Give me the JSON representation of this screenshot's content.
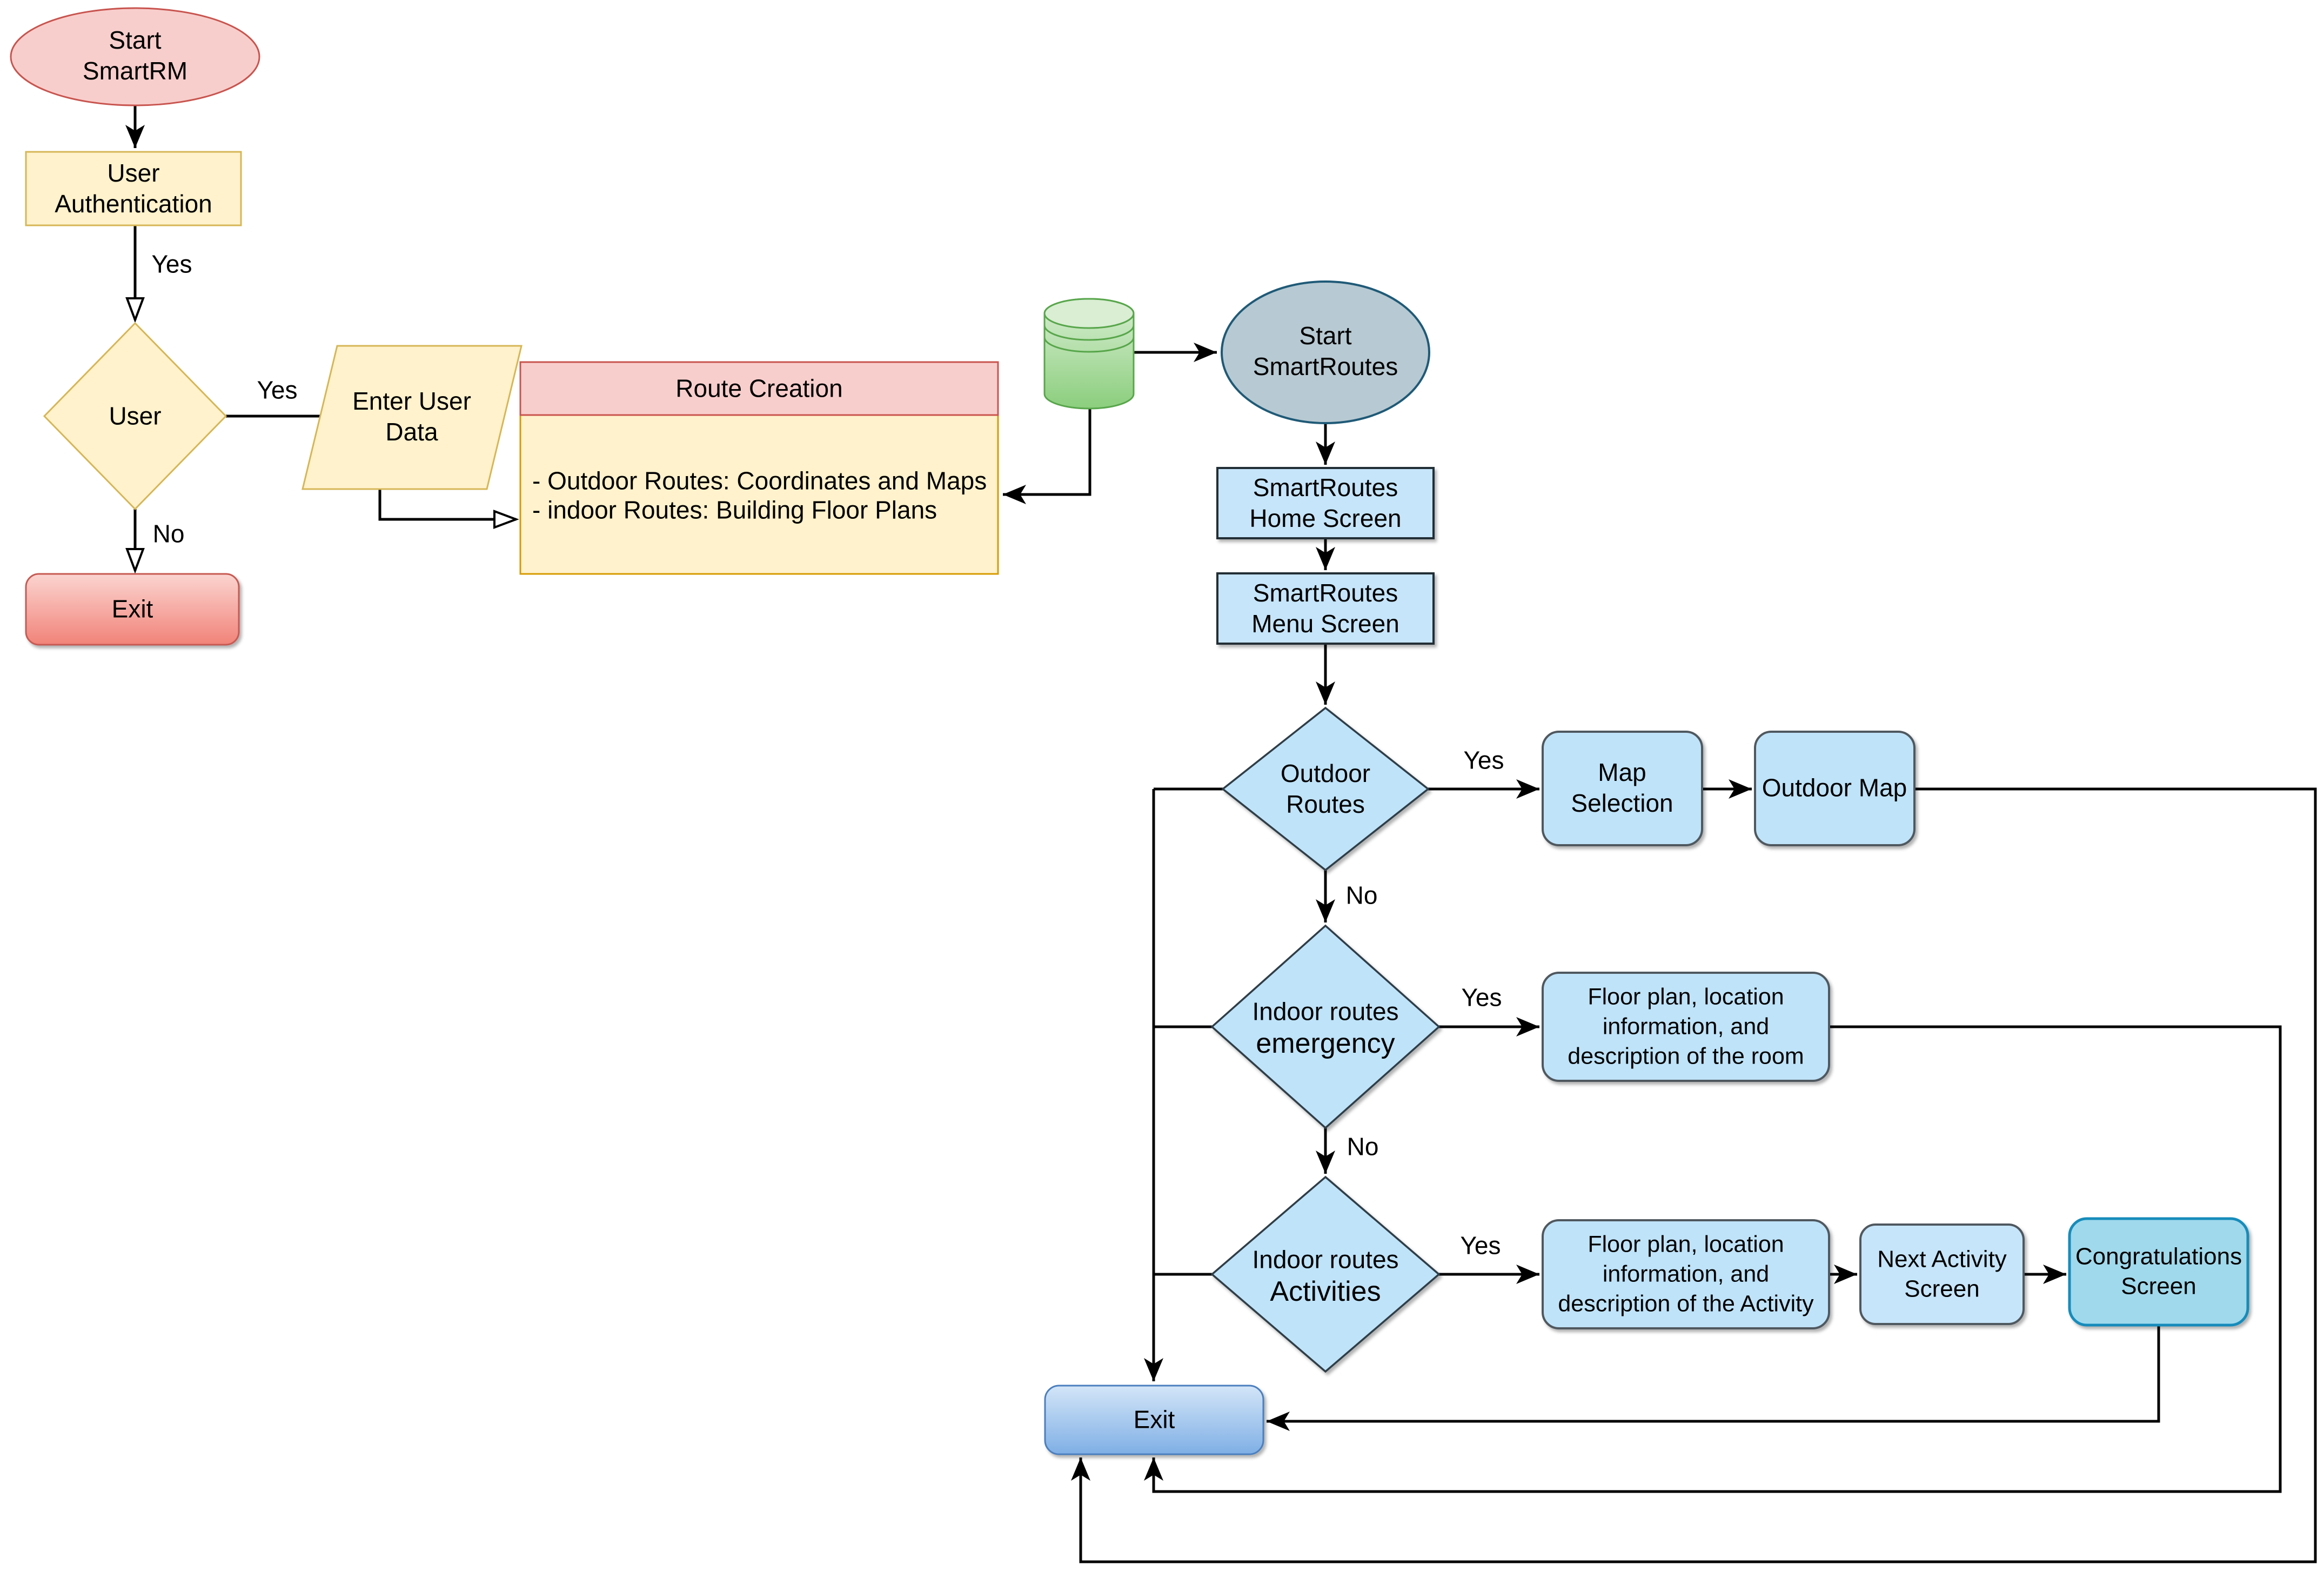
{
  "title": "SmartRM / SmartRoutes flowchart",
  "palette": {
    "yellow_fill": "#FFF2CC",
    "yellow_stroke": "#D6B656",
    "pink_fill": "#F8CECC",
    "pink_stroke": "#C8544E",
    "orange_stroke": "#D79B00",
    "red_gradient_top": "#FBD4D0",
    "red_gradient_bottom": "#F18379",
    "red_exit_stroke": "#C75A52",
    "green_gradient_top": "#D9EED3",
    "green_gradient_bottom": "#8BCE7D",
    "green_stroke": "#58A64B",
    "blue_fill": "#BFE3F9",
    "blue_box_fill": "#C6E5FA",
    "dark_border": "#2F3E46",
    "box_border": "#4F585E",
    "gray_blue_fill": "#B7C9D2",
    "gray_blue_stroke": "#1F5A77",
    "cyan_fill": "#A0D9EC",
    "cyan_stroke": "#178CBB",
    "exit_blue_top": "#D3E5F8",
    "exit_blue_bottom": "#7FAFE5",
    "exit_blue_stroke": "#4C7FBE",
    "line_color": "#000000"
  },
  "nodes": {
    "start_smartrm": {
      "label": "Start\nSmartRM"
    },
    "user_authentication": {
      "label": "User\nAuthentication"
    },
    "user_decision": {
      "label": "User"
    },
    "enter_user_data": {
      "label": "Enter User\nData"
    },
    "route_creation": {
      "title": "Route Creation",
      "body_line1": "- Outdoor Routes: Coordinates and Maps",
      "body_line2": "- indoor Routes: Building Floor Plans"
    },
    "exit_main": {
      "label": "Exit"
    },
    "database": {
      "icon": "database-cylinder-icon"
    },
    "start_smartroutes": {
      "label": "Start\nSmartRoutes"
    },
    "home_screen": {
      "label": "SmartRoutes\nHome Screen"
    },
    "menu_screen": {
      "label": "SmartRoutes\nMenu Screen"
    },
    "outdoor_routes": {
      "label": "Outdoor\nRoutes"
    },
    "map_selection": {
      "label": "Map\nSelection"
    },
    "outdoor_map": {
      "label": "Outdoor Map"
    },
    "indoor_emergency": {
      "line1": "Indoor routes",
      "line2": "emergency"
    },
    "floor_room": {
      "label": "Floor plan, location\ninformation, and\ndescription of the room"
    },
    "indoor_activities": {
      "line1": "Indoor routes",
      "line2": "Activities"
    },
    "floor_activity": {
      "label": "Floor plan, location\ninformation, and\ndescription of the Activity"
    },
    "next_activity": {
      "label": "Next Activity\nScreen"
    },
    "congratulations": {
      "label": "Congratulations\nScreen"
    },
    "exit_routes": {
      "label": "Exit"
    }
  },
  "edge_labels": {
    "auth_yes": "Yes",
    "user_yes": "Yes",
    "user_no": "No",
    "outdoor_yes": "Yes",
    "outdoor_no": "No",
    "emergency_yes": "Yes",
    "emergency_no": "No",
    "activities_yes": "Yes"
  }
}
